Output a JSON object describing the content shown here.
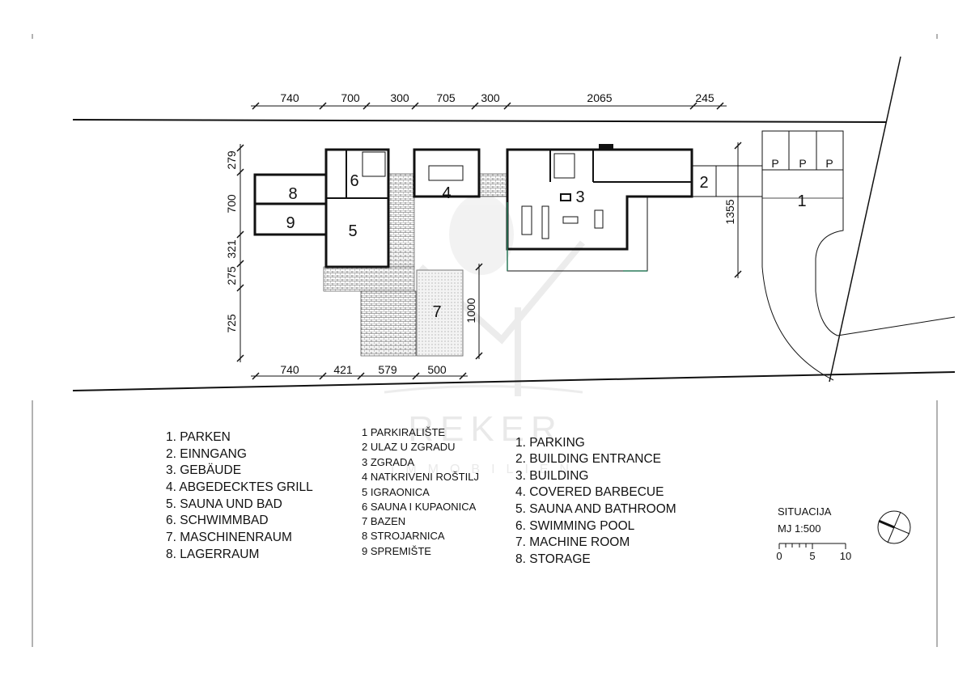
{
  "dimensions": {
    "top": [
      "740",
      "700",
      "300",
      "705",
      "300",
      "2065",
      "245"
    ],
    "bottom": [
      "740",
      "421",
      "579",
      "500"
    ],
    "left": [
      "279",
      "700",
      "321",
      "275",
      "725"
    ],
    "right": "1355",
    "pool": "1000"
  },
  "rooms": [
    "1",
    "2",
    "3",
    "4",
    "5",
    "6",
    "7",
    "8",
    "9"
  ],
  "parking": [
    "P",
    "P",
    "P"
  ],
  "legend_de": [
    "1. PARKEN",
    "2. EINNGANG",
    "3. GEBÄUDE",
    "4. ABGEDECKTES GRILL",
    "5. SAUNA UND BAD",
    "6. SCHWIMMBAD",
    "7. MASCHINENRAUM",
    "8. LAGERRAUM"
  ],
  "legend_hr": [
    "1 PARKIRALIŠTE",
    "2 ULAZ U ZGRADU",
    "3 ZGRADA",
    "4 NATKRIVENI ROŠTILJ",
    "5 IGRAONICA",
    "6 SAUNA I KUPAONICA",
    "7 BAZEN",
    "8 STROJARNICA",
    "9 SPREMIŠTE"
  ],
  "legend_en": [
    "1. PARKING",
    "2. BUILDING ENTRANCE",
    "3. BUILDING",
    "4. COVERED BARBECUE",
    "5. SAUNA AND BATHROOM",
    "6. SWIMMING POOL",
    "7. MACHINE ROOM",
    "8. STORAGE"
  ],
  "title_block": {
    "title": "SITUACIJA",
    "scale": "MJ 1:500",
    "scale_ticks": [
      "0",
      "5",
      "10"
    ]
  },
  "watermark": {
    "brand": "REKER",
    "sub": "IMMOBILIEN"
  }
}
